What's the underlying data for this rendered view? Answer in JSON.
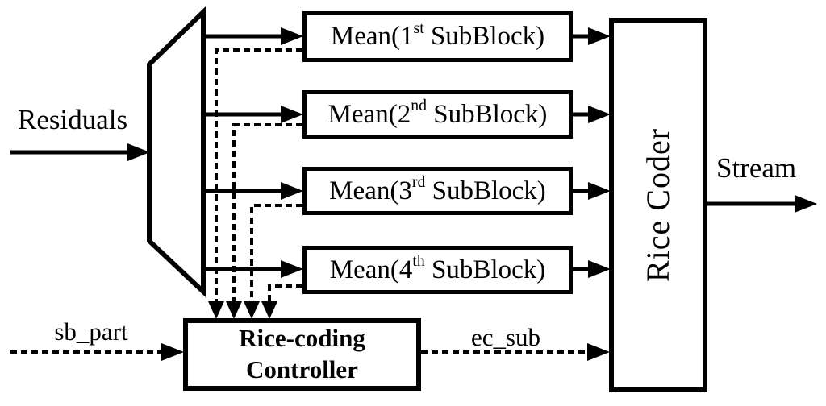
{
  "diagram": {
    "background_color": "#ffffff",
    "line_color": "#000000",
    "labels": {
      "residuals": "Residuals",
      "stream": "Stream",
      "sb_part": "sb_part",
      "ec_sub": "ec_sub",
      "rice_coder": "Rice Coder",
      "controller_line1": "Rice-coding",
      "controller_line2": "Controller"
    },
    "mean_blocks": [
      {
        "prefix": "Mean(1",
        "ordinal": "st",
        "suffix": " SubBlock)"
      },
      {
        "prefix": "Mean(2",
        "ordinal": "nd",
        "suffix": " SubBlock)"
      },
      {
        "prefix": "Mean(3",
        "ordinal": "rd",
        "suffix": " SubBlock)"
      },
      {
        "prefix": "Mean(4",
        "ordinal": "th",
        "suffix": " SubBlock)"
      }
    ]
  }
}
